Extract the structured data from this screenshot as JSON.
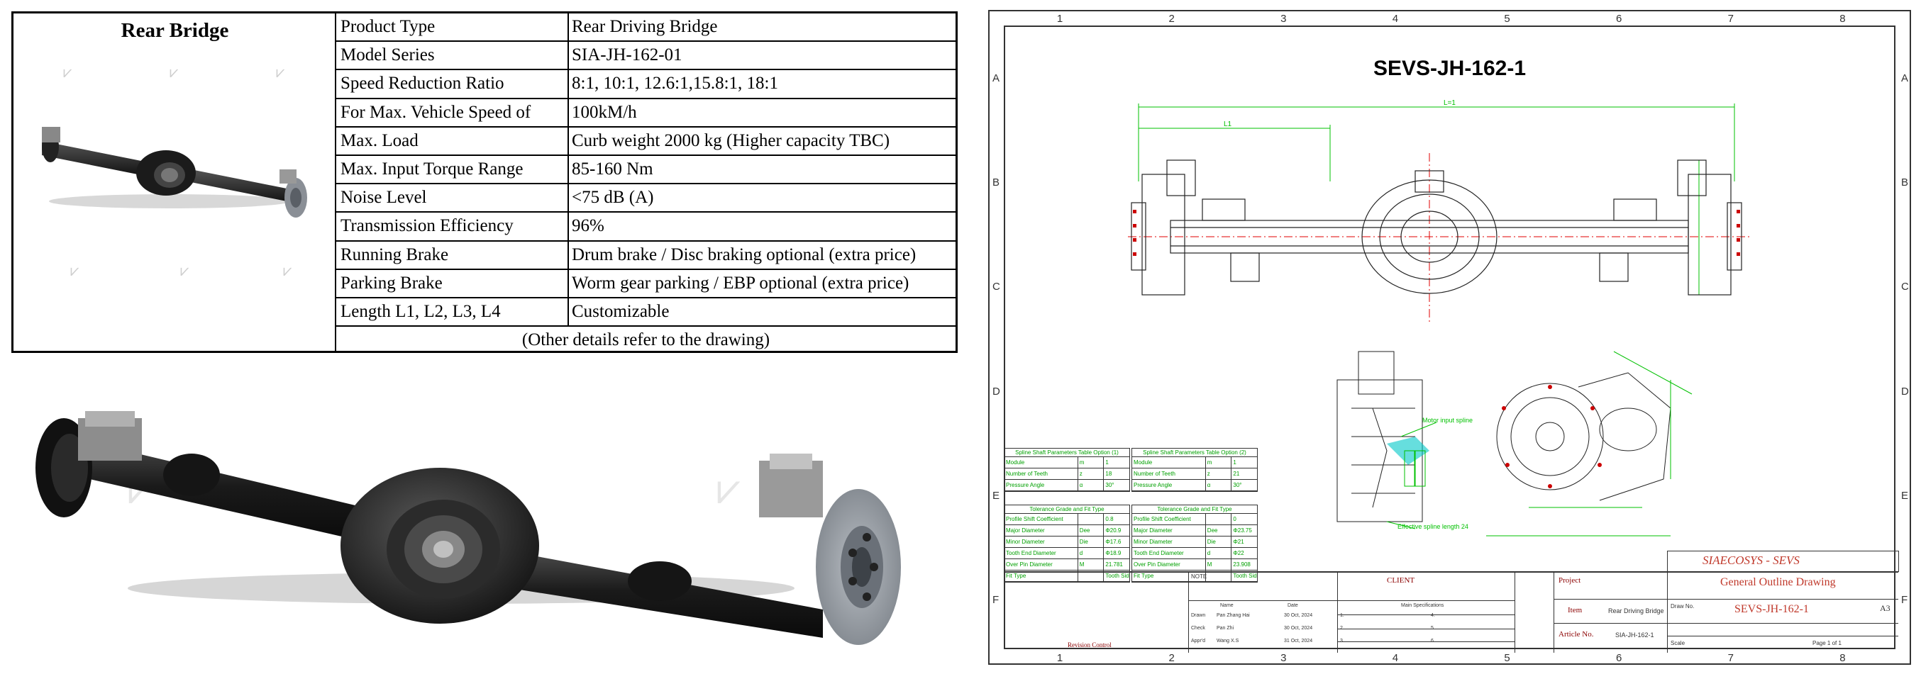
{
  "spec": {
    "title": "Rear Bridge",
    "rows": [
      {
        "key": "Product Type",
        "value": "Rear Driving Bridge"
      },
      {
        "key": "Model Series",
        "value": "SIA-JH-162-01"
      },
      {
        "key": "Speed Reduction Ratio",
        "value": "8:1, 10:1, 12.6:1,15.8:1, 18:1"
      },
      {
        "key": "For Max. Vehicle Speed of",
        "value": "100kM/h"
      },
      {
        "key": "Max. Load",
        "value": "Curb weight 2000 kg (Higher capacity TBC)"
      },
      {
        "key": "Max. Input Torque Range",
        "value": "85-160 Nm"
      },
      {
        "key": "Noise Level",
        "value": "<75  dB (A)"
      },
      {
        "key": "Transmission Efficiency",
        "value": "96%"
      },
      {
        "key": "Running Brake",
        "value": "Drum brake / Disc braking optional (extra price)"
      },
      {
        "key": "Parking Brake",
        "value": "Worm gear parking / EBP optional (extra price)"
      },
      {
        "key": "Length L1, L2, L3, L4",
        "value": "Customizable"
      }
    ],
    "note": "(Other details refer to the drawing)"
  },
  "drawing": {
    "title": "SEVS-JH-162-1",
    "col_numbers": [
      "1",
      "2",
      "3",
      "4",
      "5",
      "6",
      "7",
      "8"
    ],
    "row_letters": [
      "A",
      "B",
      "C",
      "D",
      "E",
      "F"
    ],
    "spline_table_1": {
      "title": "Spline Shaft Parameters Table Option (1)",
      "rows": [
        [
          "Module",
          "m",
          "1"
        ],
        [
          "Number of Teeth",
          "z",
          "18"
        ],
        [
          "Pressure Angle",
          "α",
          "30°"
        ]
      ]
    },
    "spline_table_2": {
      "title": "Spline Shaft Parameters Table Option (2)",
      "rows": [
        [
          "Module",
          "m",
          "1"
        ],
        [
          "Number of Teeth",
          "z",
          "21"
        ],
        [
          "Pressure Angle",
          "α",
          "30°"
        ]
      ]
    },
    "tolerance_1": {
      "title": "Tolerance Grade and Fit Type",
      "rows": [
        [
          "Profile Shift Coefficient",
          "",
          "0.8"
        ],
        [
          "Major Diameter",
          "Dee",
          "Φ20.9"
        ],
        [
          "Minor Diameter",
          "Die",
          "Φ17.6"
        ],
        [
          "Tooth End Diameter",
          "d",
          "Φ18.9"
        ],
        [
          "Over Pin Diameter",
          "M",
          "21.781"
        ],
        [
          "Fit Type",
          "",
          "Tooth Side Center"
        ]
      ]
    },
    "tolerance_2": {
      "title": "Tolerance Grade and Fit Type",
      "rows": [
        [
          "Profile Shift Coefficient",
          "",
          "0"
        ],
        [
          "Major Diameter",
          "Dee",
          "Φ23.75"
        ],
        [
          "Minor Diameter",
          "Die",
          "Φ21"
        ],
        [
          "Tooth End Diameter",
          "d",
          "Φ22"
        ],
        [
          "Over Pin Diameter",
          "M",
          "23.908"
        ],
        [
          "Fit Type",
          "",
          "Tooth Side Center"
        ]
      ]
    },
    "callout_motor": "Motor input spline",
    "callout_spline": "Effective spline length 24",
    "title_block": {
      "company": "SIAECOSYS - SEVS",
      "drawing_name": "General Outline Drawing",
      "drawing_no_label": "Draw No.",
      "drawing_no": "SEVS-JH-162-1",
      "size": "A3",
      "project_label": "Project",
      "item_label": "Item",
      "item_value": "Rear Driving Bridge",
      "article_label": "Article No.",
      "article_value": "SIA-JH-162-1",
      "client_label": "CLIENT",
      "note_label": "NOTE",
      "revision_label": "Revision Control",
      "main_spec_label": "Main Specifications",
      "scale_label": "Scale",
      "page_label": "Page 1 of 1",
      "sign_rows": [
        {
          "role": "Drawn",
          "name": "Pan Zhang Hai",
          "date": "30 Oct, 2024"
        },
        {
          "role": "Check",
          "name": "Pan Zhi",
          "date": "30 Oct, 2024"
        },
        {
          "role": "Appr'd",
          "name": "Wang X.S",
          "date": "31 Oct, 2024"
        }
      ],
      "name_header": "Name",
      "date_header": "Date",
      "spec_nums": [
        "1.",
        "2.",
        "3.",
        "4.",
        "5.",
        "6."
      ]
    }
  },
  "colors": {
    "line": "#333333",
    "dim_green": "#00c000",
    "center_red": "#e00000",
    "brand_red": "#c0392b"
  }
}
